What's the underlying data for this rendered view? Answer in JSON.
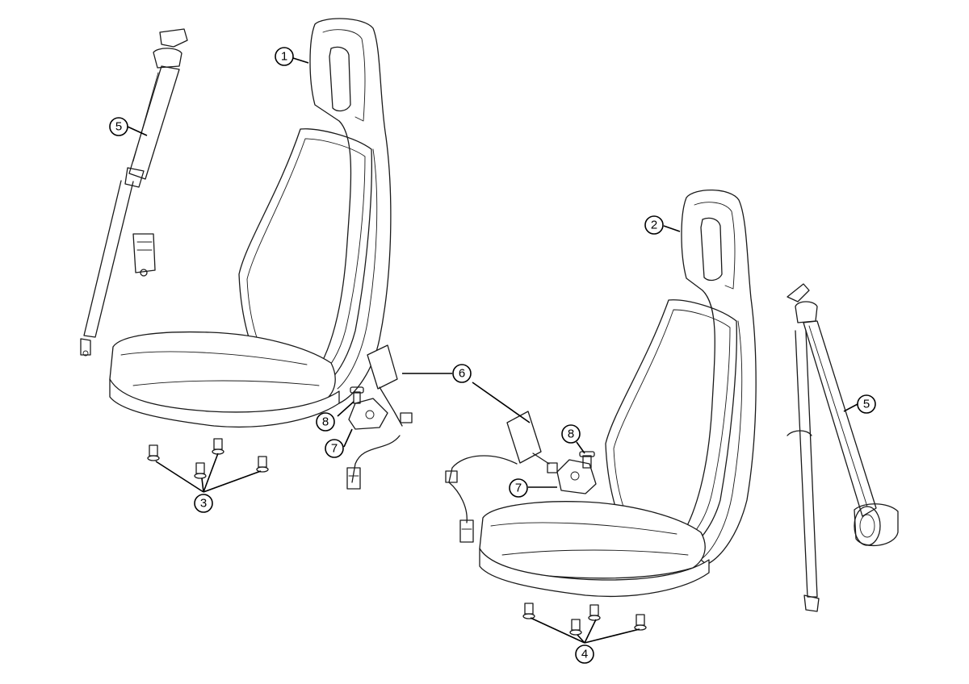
{
  "callouts": {
    "c1": "1",
    "c2": "2",
    "c3": "3",
    "c4": "4",
    "c5a": "5",
    "c5b": "5",
    "c6": "6",
    "c7a": "7",
    "c7b": "7",
    "c8a": "8",
    "c8b": "8"
  },
  "colors": {
    "line": "#1a1a1a",
    "background": "#ffffff"
  }
}
